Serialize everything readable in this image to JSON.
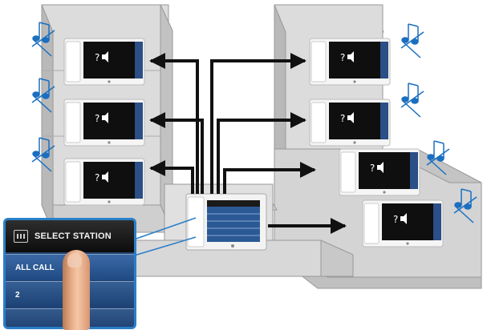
{
  "inset": {
    "header_title": "SELECT STATION",
    "rows": [
      "ALL CALL",
      "2",
      ""
    ]
  },
  "colors": {
    "building": "#d9d9d9",
    "building_dark": "#b8b8b8",
    "arrow": "#111111",
    "note": "#1a6fc0",
    "inset_border": "#2a7fc8"
  },
  "icons": [
    "music-note-icon",
    "home-icon",
    "speaker-icon"
  ]
}
